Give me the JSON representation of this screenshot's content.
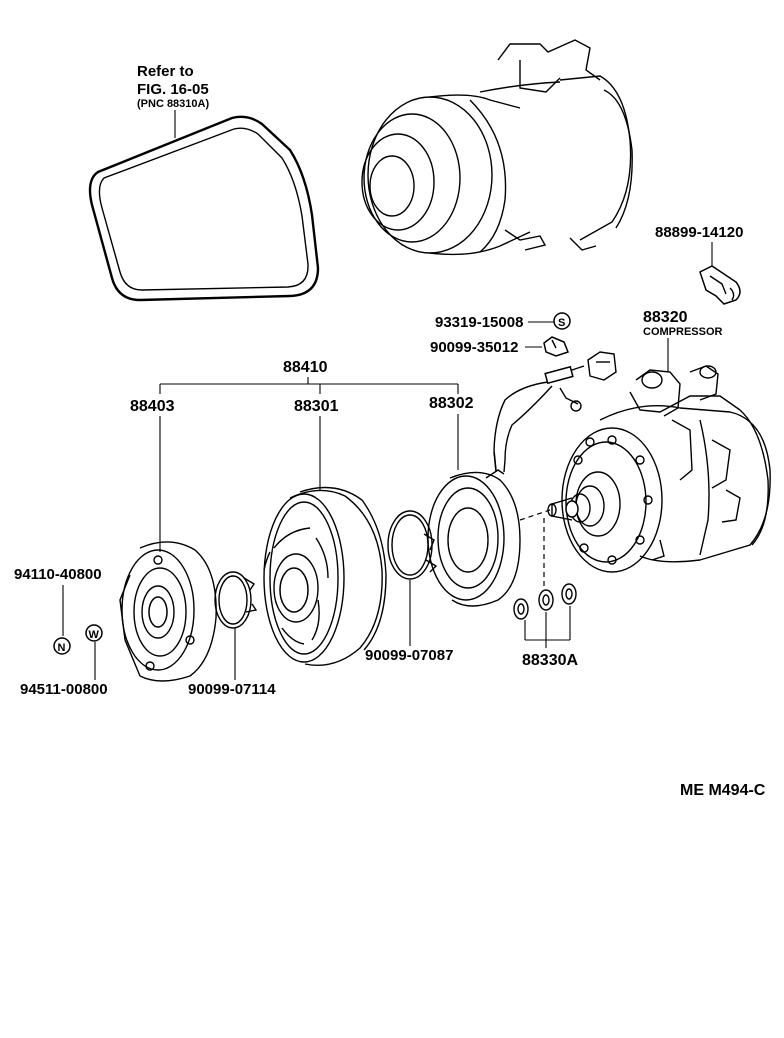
{
  "belt": {
    "line1": "Refer to",
    "line2": "FIG. 16-05",
    "line3": "(PNC 88310A)"
  },
  "labels": {
    "p88899": "88899-14120",
    "p93319": "93319-15008",
    "p90099_35012": "90099-35012",
    "p88320": "88320",
    "compressor": "COMPRESSOR",
    "p88410": "88410",
    "p88403": "88403",
    "p88301": "88301",
    "p88302": "88302",
    "p94110": "94110-40800",
    "p94511": "94511-00800",
    "p90099_07114": "90099-07114",
    "p90099_07087": "90099-07087",
    "p88330A": "88330A"
  },
  "symbols": {
    "s": "S",
    "n": "N",
    "w": "W"
  },
  "figure_code": "ME M494-C"
}
